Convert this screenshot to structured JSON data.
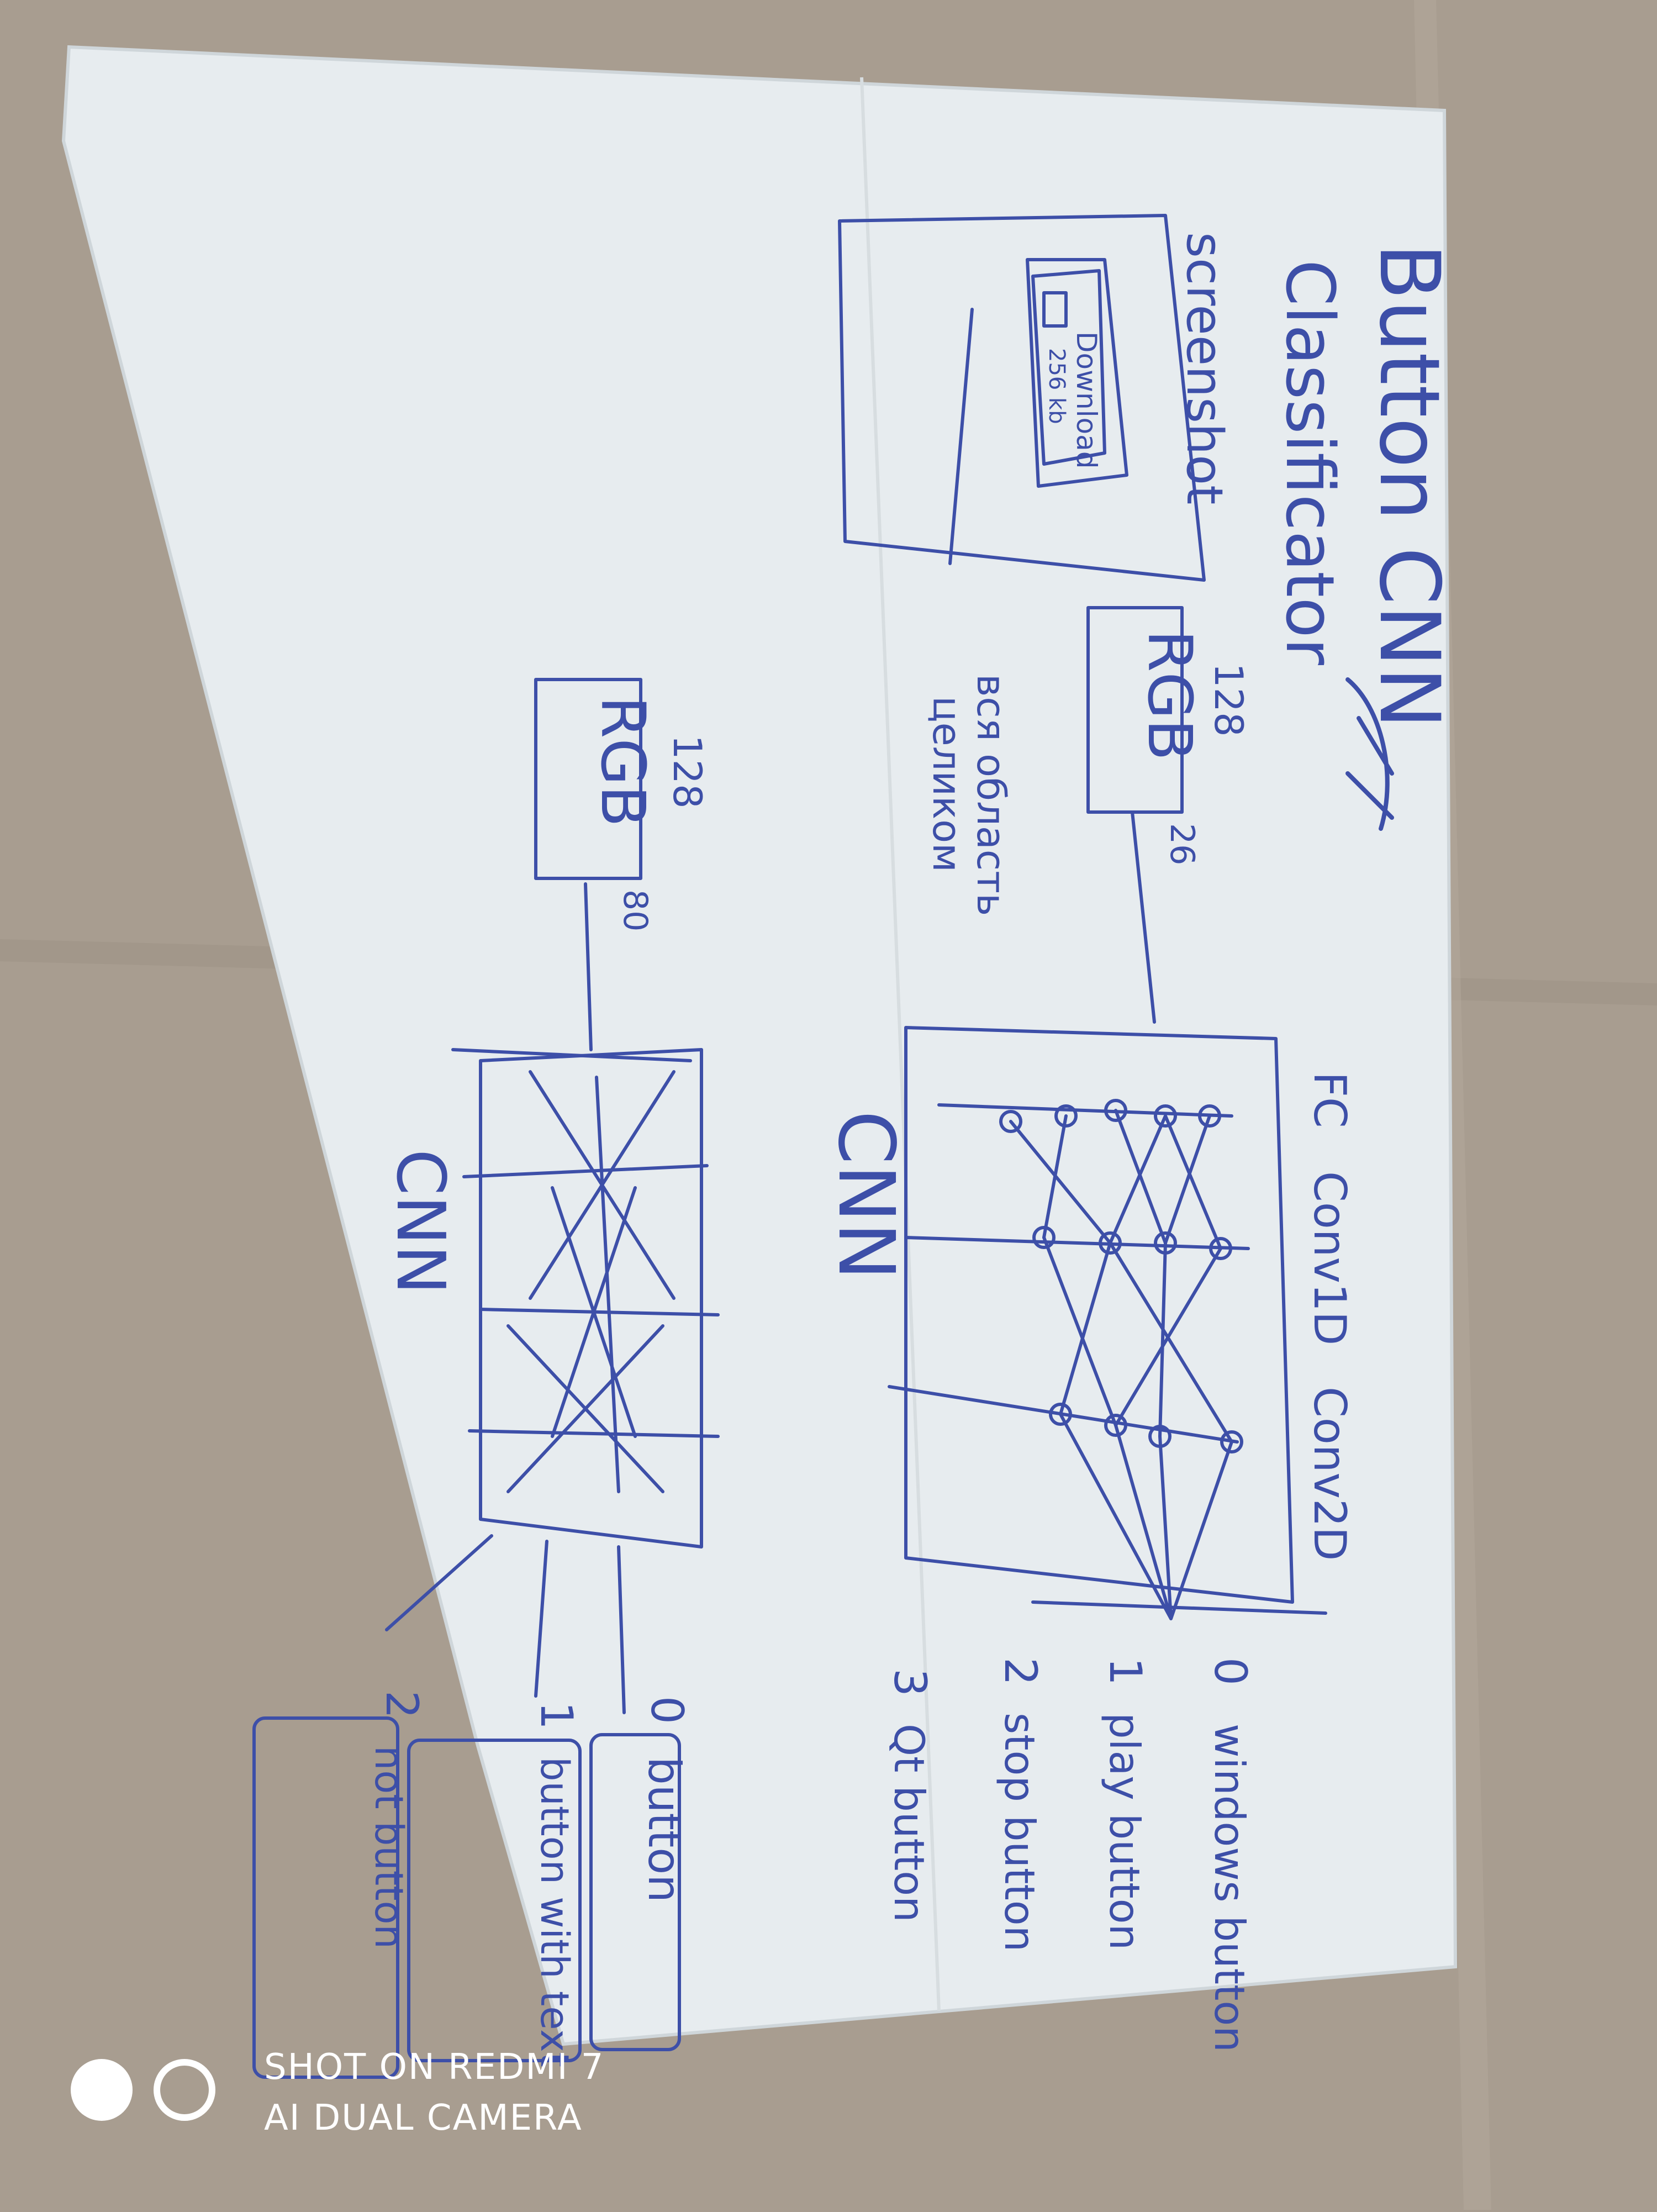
{
  "photo": {
    "subject": "hand-drawn sketch on paper",
    "colors": {
      "background": "#a89d90",
      "paper": "#e7ecef",
      "ink": "#3d4fa8",
      "watermark": "#ffffff"
    }
  },
  "sketch": {
    "title_line1": "Button CNN",
    "title_line2": "Classificator",
    "screenshot_label": "screenshot",
    "button_caption_line1": "Download",
    "button_caption_line2": "256 kb",
    "annotation_line1": "вся область",
    "annotation_line2": "целиком",
    "top_network": {
      "input_size": "128",
      "input_label": "RGB",
      "input_width": "26",
      "layer_fc": "FC",
      "layer_conv1": "Conv1D",
      "layer_conv2": "Conv2D",
      "model_label": "CNN",
      "outputs": [
        {
          "index": "0",
          "label": "windows button"
        },
        {
          "index": "1",
          "label": "play button"
        },
        {
          "index": "2",
          "label": "stop button"
        },
        {
          "index": "3",
          "label": "Qt button"
        }
      ]
    },
    "bottom_network": {
      "input_size": "128",
      "input_label": "RGB",
      "input_width": "80",
      "model_label": "CNN",
      "outputs": [
        {
          "index": "0",
          "label": "button"
        },
        {
          "index": "1",
          "label": "button with text"
        },
        {
          "index": "2",
          "label": "not button"
        }
      ]
    }
  },
  "watermark": {
    "line1": "SHOT ON REDMI 7",
    "line2": "AI DUAL CAMERA"
  }
}
